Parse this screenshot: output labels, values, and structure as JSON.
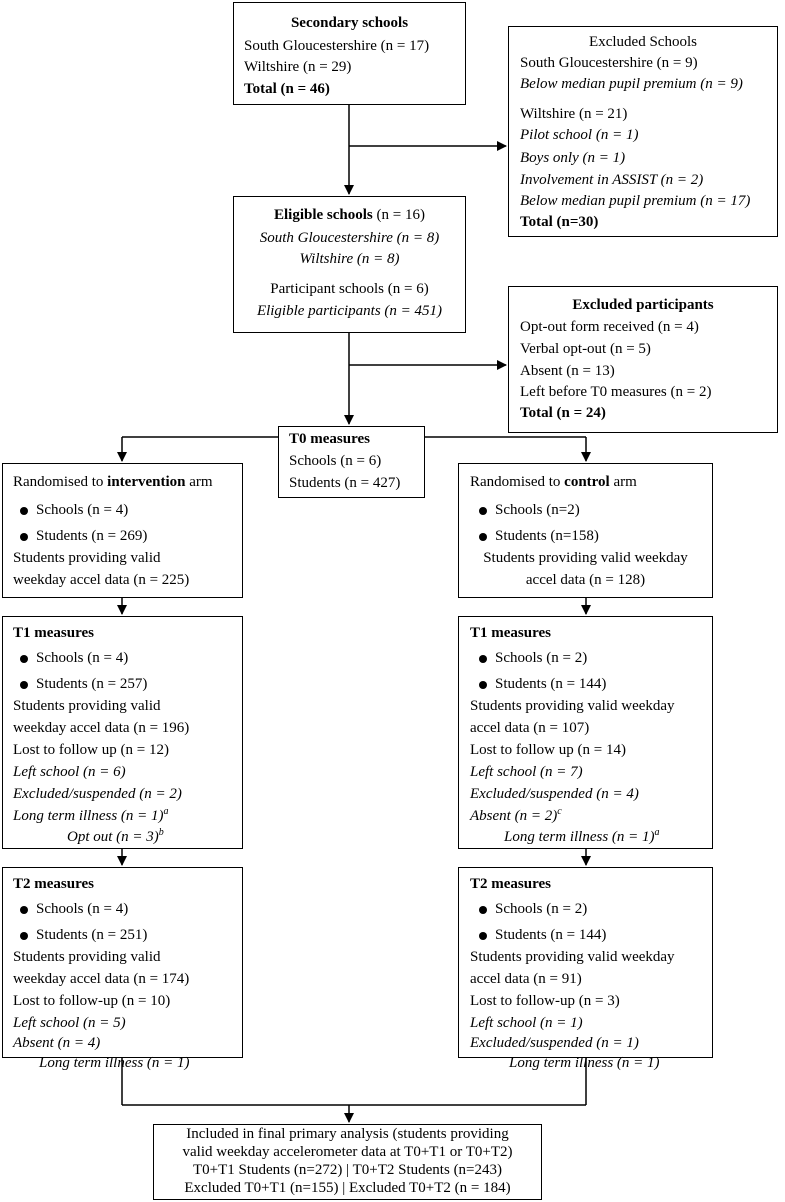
{
  "secondary": {
    "title": "Secondary schools",
    "sg": "South Gloucestershire (n = 17)",
    "wilts": "Wiltshire (n = 29)",
    "total": "Total (n = 46)"
  },
  "excluded_schools": {
    "title": "Excluded Schools",
    "sg": "South Gloucestershire (n = 9)",
    "sg_reason": "Below median pupil premium (n = 9)",
    "wilts": "Wiltshire (n = 21)",
    "pilot": "Pilot school (n = 1)",
    "boys": "Boys only (n = 1)",
    "assist": "Involvement in ASSIST (n = 2)",
    "below": "Below median pupil premium (n = 17)",
    "total": "Total (n=30)"
  },
  "eligible": {
    "title_bold": "Eligible schools",
    "title_rest": " (n = 16)",
    "sg": "South Gloucestershire (n = 8)",
    "wilts": "Wiltshire (n = 8)",
    "participant": "Participant schools (n = 6)",
    "eligible_participants": "Eligible participants (n = 451)"
  },
  "excluded_participants": {
    "title": "Excluded participants",
    "optout_form": "Opt-out form received (n = 4)",
    "verbal": "Verbal opt-out (n = 5)",
    "absent": "Absent (n = 13)",
    "left": "Left before T0 measures (n = 2)",
    "total": "Total (n = 24)"
  },
  "t0": {
    "title": "T0 measures",
    "schools": "Schools (n = 6)",
    "students": "Students (n = 427)"
  },
  "intervention": {
    "pre": "Randomised to ",
    "arm_bold": "intervention",
    "post": " arm",
    "schools": "Schools (n = 4)",
    "students": "Students (n = 269)",
    "valid1": "Students providing valid",
    "valid2": "weekday accel data (n = 225)"
  },
  "control": {
    "pre": "Randomised to ",
    "arm_bold": "control",
    "post": " arm",
    "schools": "Schools (n=2)",
    "students": "Students (n=158)",
    "valid1": "Students providing valid weekday",
    "valid2": "accel data (n = 128)"
  },
  "int_t1": {
    "title": "T1 measures",
    "schools": "Schools (n = 4)",
    "students": "Students (n = 257)",
    "valid1": "Students providing valid",
    "valid2": "weekday accel data (n = 196)",
    "lost": "Lost to follow up (n = 12)",
    "left": "Left school (n = 6)",
    "excluded": "Excluded/suspended (n = 2)",
    "illness": "Long term illness (n = 1)",
    "illness_sup": "a",
    "optout": "Opt out (n = 3)",
    "optout_sup": "b"
  },
  "ctl_t1": {
    "title": "T1 measures",
    "schools": "Schools (n = 2)",
    "students": "Students (n = 144)",
    "valid1": "Students providing valid weekday",
    "valid2": "accel data (n = 107)",
    "lost": "Lost to follow up (n = 14)",
    "left": "Left school (n = 7)",
    "excluded": "Excluded/suspended (n = 4)",
    "absent": "Absent (n = 2)",
    "absent_sup": "c",
    "illness": "Long term illness (n = 1)",
    "illness_sup": "a"
  },
  "int_t2": {
    "title": "T2 measures",
    "schools": "Schools (n = 4)",
    "students": "Students (n = 251)",
    "valid1": "Students providing valid",
    "valid2": "weekday accel data (n = 174)",
    "lost": "Lost to follow-up (n = 10)",
    "left": "Left school (n = 5)",
    "absent": "Absent (n = 4)",
    "illness": "Long term illness (n = 1)"
  },
  "ctl_t2": {
    "title": "T2 measures",
    "schools": "Schools (n = 2)",
    "students": "Students (n = 144)",
    "valid1": "Students providing valid weekday",
    "valid2": "accel data (n = 91)",
    "lost": "Lost to follow-up (n = 3)",
    "left": "Left school (n = 1)",
    "excluded": "Excluded/suspended (n = 1)",
    "illness": "Long term illness (n = 1)"
  },
  "final": {
    "line1": "Included in final primary analysis (students providing",
    "line2": "valid weekday accelerometer data at T0+T1 or T0+T2)",
    "line3": "T0+T1 Students (n=272) | T0+T2 Students (n=243)",
    "line4": "Excluded T0+T1 (n=155) | Excluded T0+T2 (n = 184)"
  }
}
